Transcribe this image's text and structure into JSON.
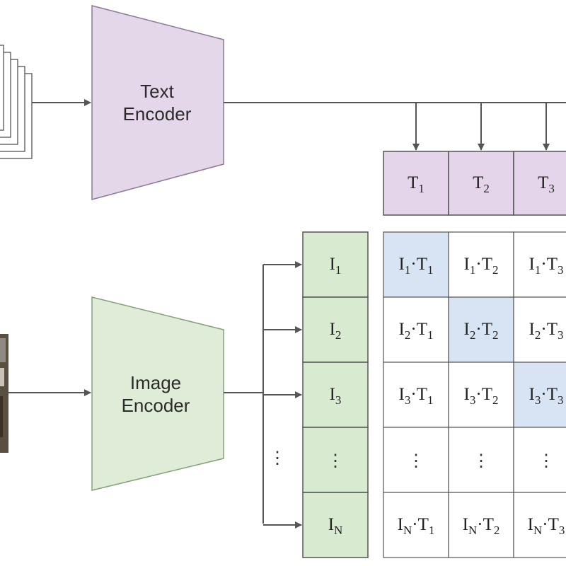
{
  "colors": {
    "text_encoder_fill": "#e5d7ea",
    "image_encoder_fill": "#dfecd8",
    "text_token_fill": "#e4d5ea",
    "image_token_fill": "#d8ead0",
    "diagonal_fill": "#d8e4f4",
    "stroke": "#555555"
  },
  "text_encoder": {
    "line1": "Text",
    "line2": "Encoder"
  },
  "image_encoder": {
    "line1": "Image",
    "line2": "Encoder"
  },
  "text_tokens": [
    {
      "base": "T",
      "sub": "1"
    },
    {
      "base": "T",
      "sub": "2"
    },
    {
      "base": "T",
      "sub": "3"
    }
  ],
  "image_tokens": [
    {
      "base": "I",
      "sub": "1"
    },
    {
      "base": "I",
      "sub": "2"
    },
    {
      "base": "I",
      "sub": "3"
    },
    {
      "base": "⋮",
      "sub": ""
    },
    {
      "base": "I",
      "sub": "N"
    }
  ],
  "dot_symbol": "·",
  "ellipsis_vertical": "⋮",
  "icons": {
    "text_stack": "stacked-pages-icon",
    "photo": "photo-thumbnail-icon"
  }
}
